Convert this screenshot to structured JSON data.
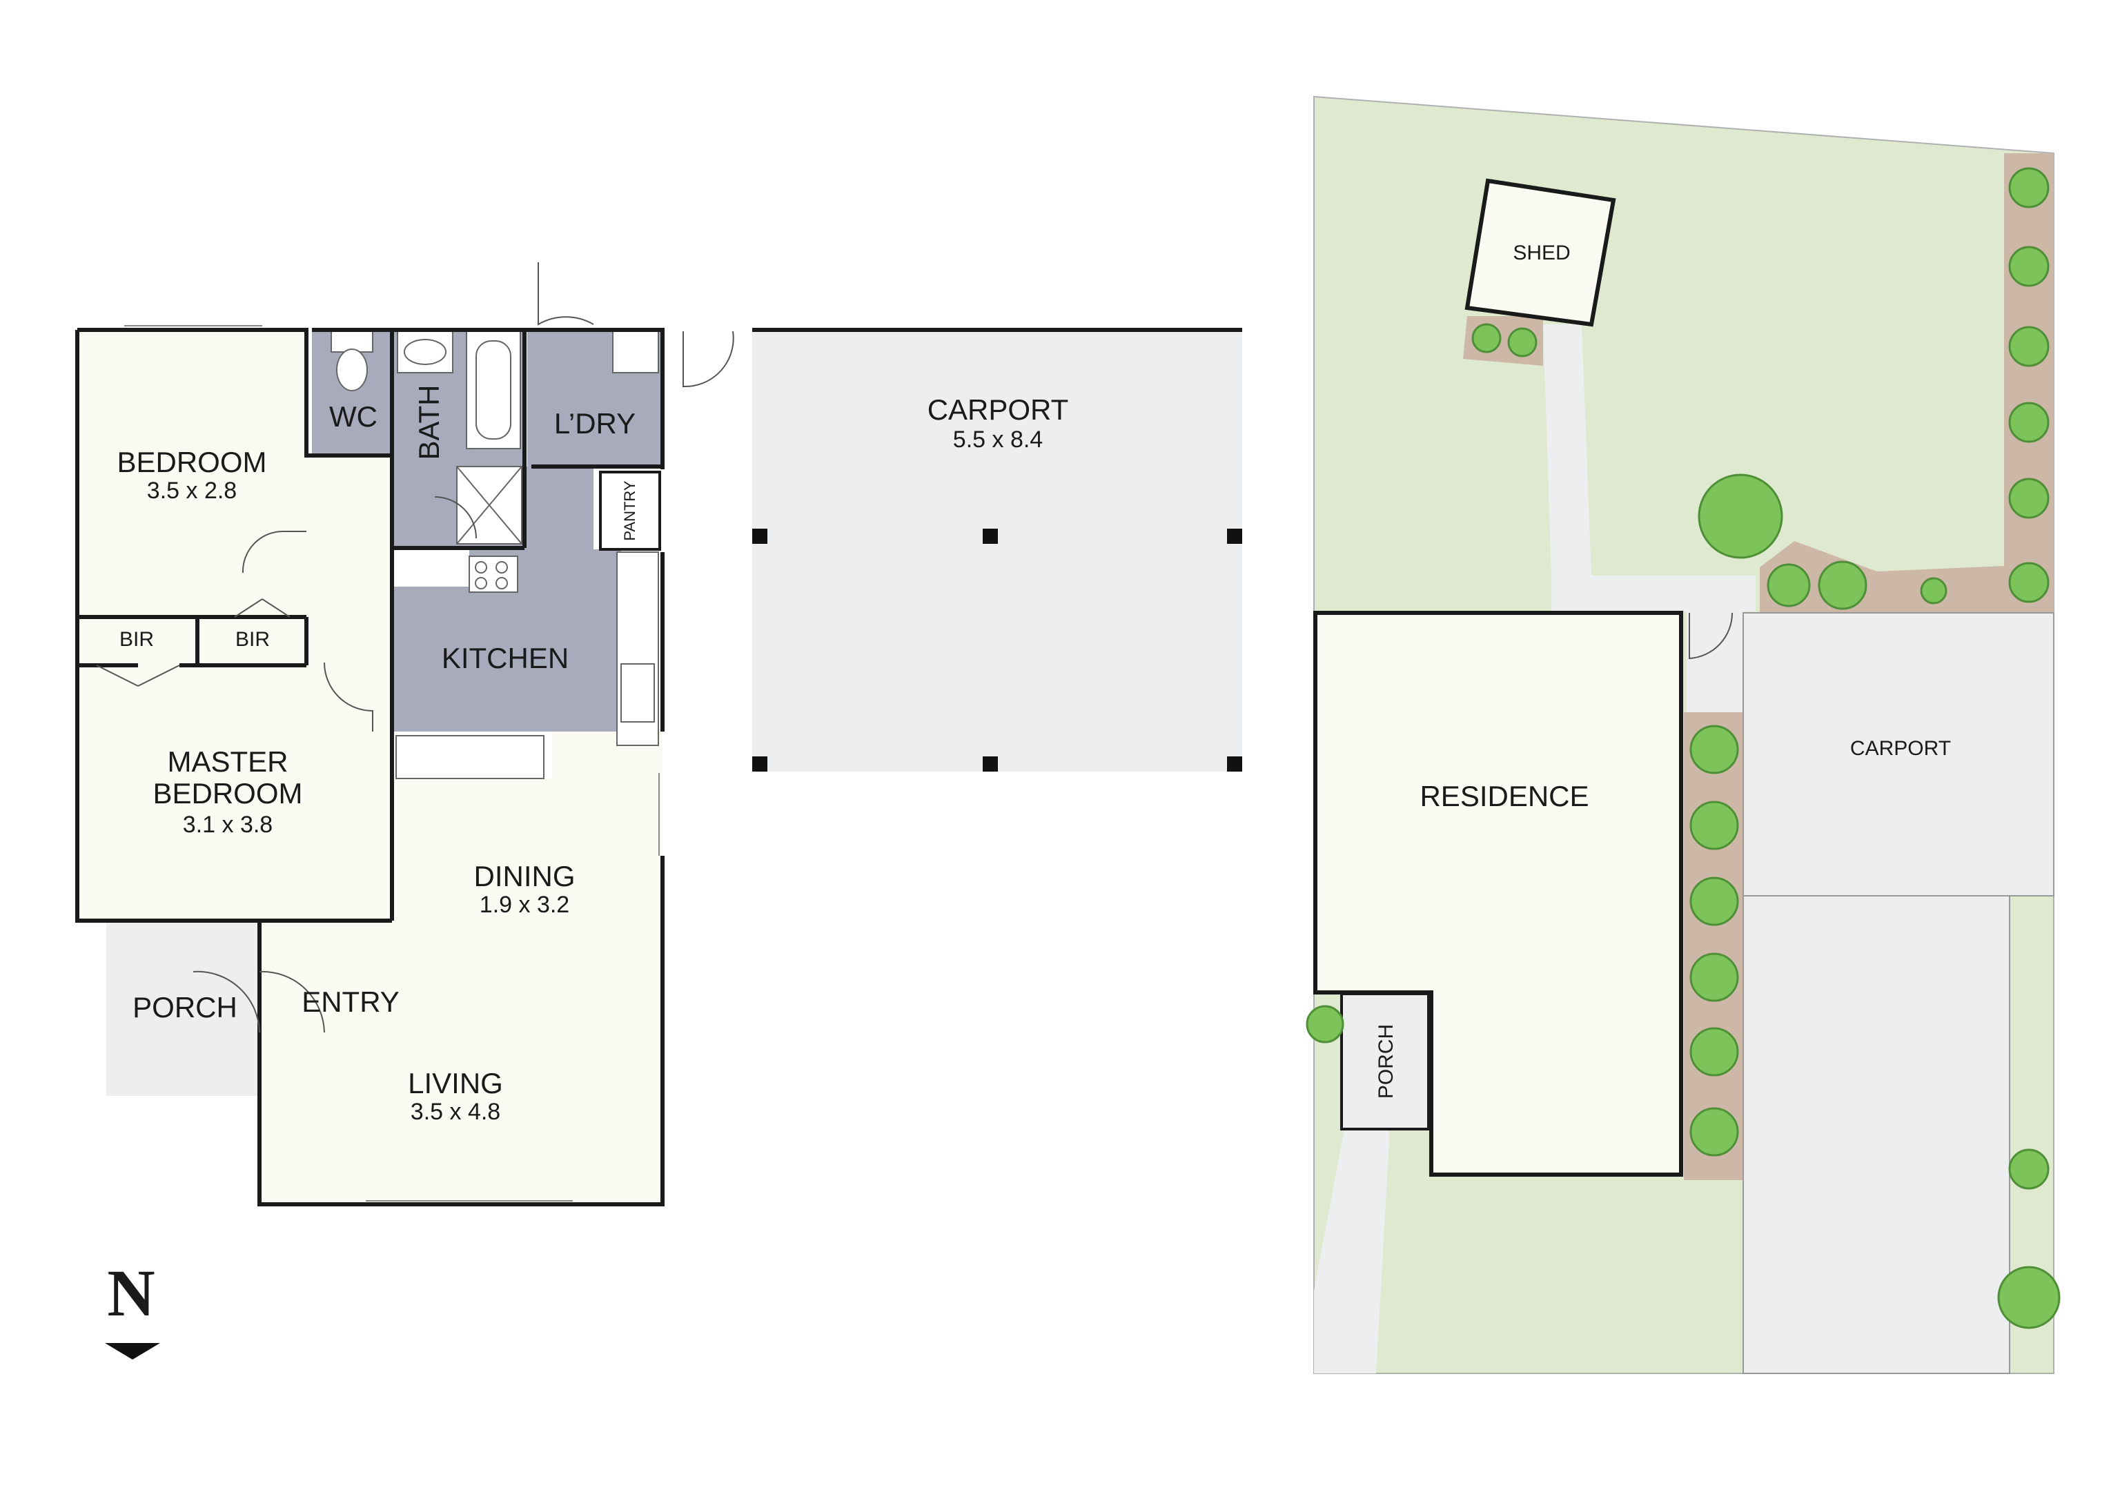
{
  "floorplan": {
    "rooms": {
      "bedroom": {
        "name": "BEDROOM",
        "size": "3.5 x 2.8"
      },
      "wc": {
        "name": "WC"
      },
      "bath": {
        "name": "BATH"
      },
      "laundry": {
        "name": "L’DRY"
      },
      "pantry": {
        "name": "PANTRY"
      },
      "kitchen": {
        "name": "KITCHEN"
      },
      "bir_left": {
        "name": "BIR"
      },
      "bir_right": {
        "name": "BIR"
      },
      "master_bedroom": {
        "name_line1": "MASTER",
        "name_line2": "BEDROOM",
        "size": "3.1 x 3.8"
      },
      "dining": {
        "name": "DINING",
        "size": "1.9 x 3.2"
      },
      "porch": {
        "name": "PORCH"
      },
      "entry": {
        "name": "ENTRY"
      },
      "living": {
        "name": "LIVING",
        "size": "3.5 x 4.8"
      },
      "carport": {
        "name": "CARPORT",
        "size": "5.5 x 8.4"
      }
    },
    "compass": {
      "letter": "N"
    }
  },
  "siteplan": {
    "shed": "SHED",
    "residence": "RESIDENCE",
    "carport": "CARPORT",
    "porch": "PORCH"
  },
  "colors": {
    "floor": "#fbfbf3",
    "wet_area": "#a8abbc",
    "carport": "#eceef0",
    "porch": "#eceef0",
    "lawn": "#dfe9cf",
    "garden_bed": "#cdb8a8",
    "tree": "#7cc35a",
    "wall": "#1a1a1a"
  }
}
